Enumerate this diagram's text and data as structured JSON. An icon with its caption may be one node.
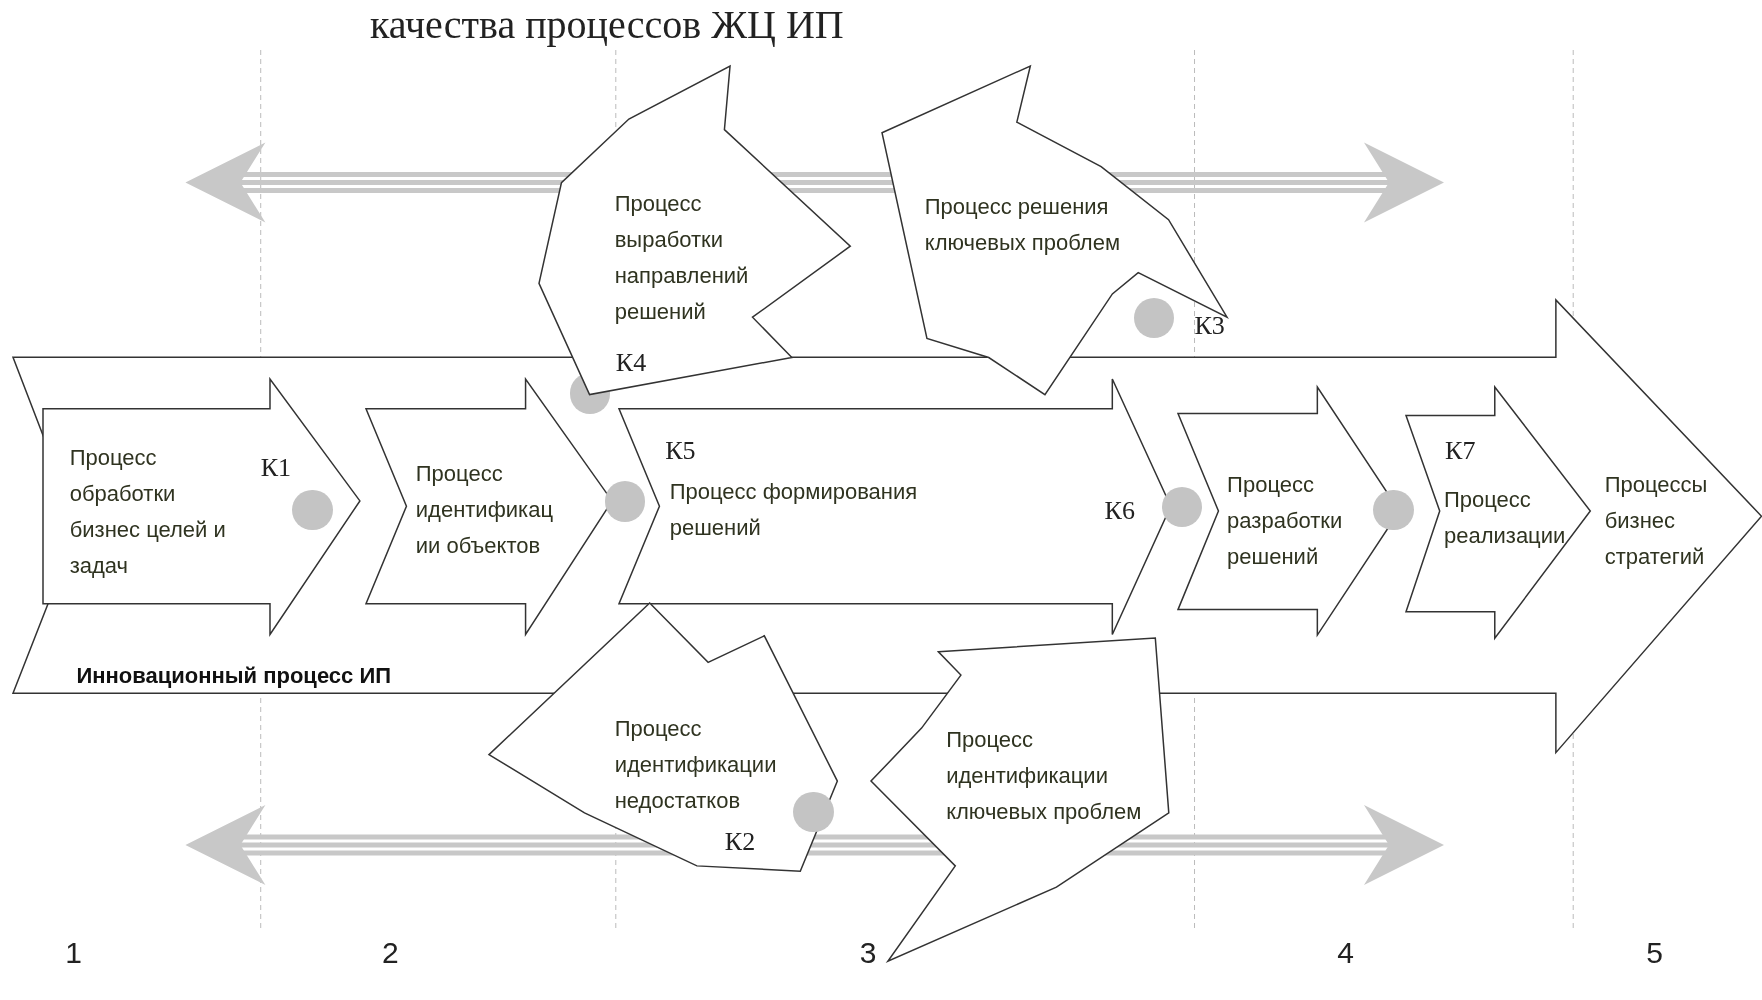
{
  "diagram": {
    "title": "качества процессов ЖЦ ИП",
    "nodes": [
      {
        "text": [
          "Инновационный процесс ИП",
          "Процессы бизнес стратегий"
        ]
      },
      {
        "text": [
          "Процесс обработки бизнес целей и задач"
        ],
        "in": 0
      },
      {
        "text": [
          "Процесс идентификац ии объектов"
        ],
        "in": 0
      },
      {
        "text": [
          "Процесс формирования решений"
        ],
        "in": 0
      },
      {
        "text": [
          "Процесс разработки решений"
        ],
        "in": 0
      },
      {
        "text": [
          "Процесс реализации"
        ],
        "in": 0
      },
      {
        "text": [
          "Процесс выработки направлений решений"
        ]
      },
      {
        "text": [
          "Процесс решения ключевых проблем"
        ]
      },
      {
        "text": [
          "Процесс идентификации недостатков"
        ]
      },
      {
        "text": [
          "Процесс идентификации ключевых проблем"
        ]
      },
      {
        "text": [],
        "shape": "circle",
        "in": 1
      },
      {
        "text": [],
        "shape": "circle",
        "in": 8
      },
      {
        "text": [],
        "shape": "circle"
      },
      {
        "text": [],
        "shape": "circle",
        "in": 0
      },
      {
        "text": [],
        "shape": "circle",
        "in": 0
      },
      {
        "text": [],
        "shape": "circle",
        "in": 0
      },
      {
        "text": [],
        "shape": "circle",
        "in": 0
      }
    ],
    "labels": [
      "К3",
      "К4",
      "К5",
      "К7",
      "К1",
      "К6",
      "К2",
      "1",
      "2",
      "3",
      "4",
      "5"
    ]
  }
}
